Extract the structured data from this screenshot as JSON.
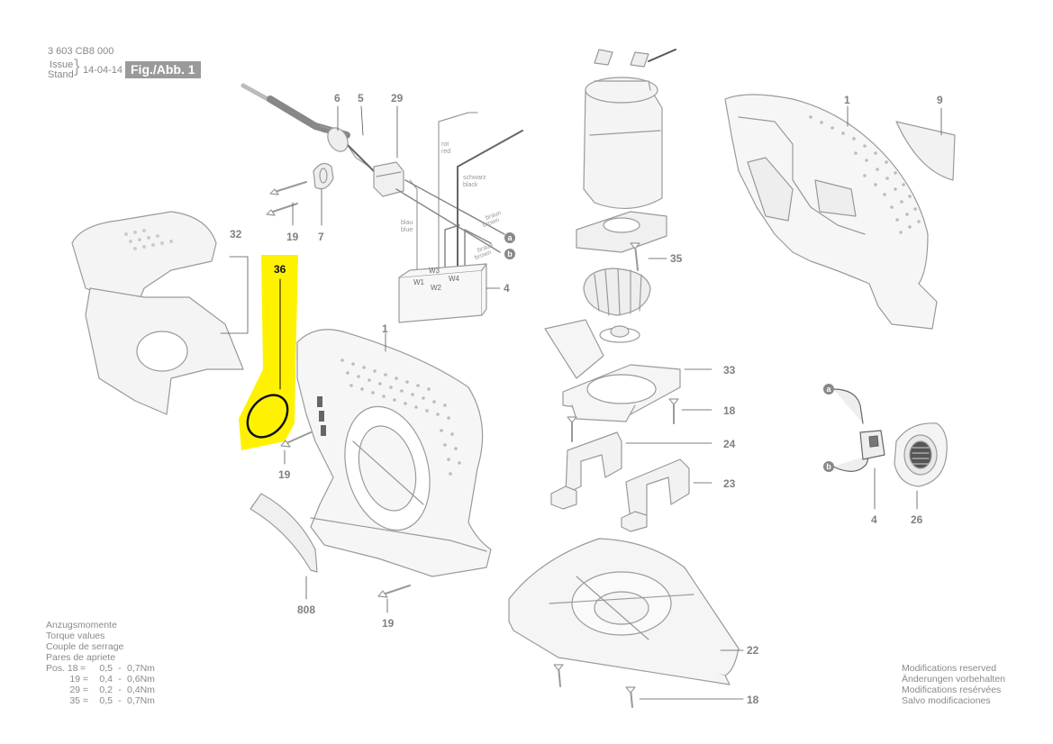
{
  "header": {
    "part_number": "3 603 CB8 000",
    "issue_label": "Issue",
    "stand_label": "Stand",
    "date": "14-04-14",
    "figure": "Fig./Abb. 1"
  },
  "callouts": {
    "n1a": "1",
    "n1b": "1",
    "n4a": "4",
    "n4b": "4",
    "n5": "5",
    "n6": "6",
    "n7": "7",
    "n9": "9",
    "n18a": "18",
    "n18b": "18",
    "n19a": "19",
    "n19b": "19",
    "n19c": "19",
    "n22": "22",
    "n23": "23",
    "n24": "24",
    "n26": "26",
    "n29": "29",
    "n32": "32",
    "n33": "33",
    "n35": "35",
    "n36": "36",
    "n808": "808"
  },
  "wire_labels": {
    "rot": "rot",
    "red": "red",
    "schwarz": "schwarz",
    "black": "black",
    "blau": "blau",
    "blue": "blue",
    "braun1": "braun",
    "brown1": "brown",
    "braun2": "braun",
    "brown2": "brown",
    "w1": "W1",
    "w2": "W2",
    "w3": "W3",
    "w4": "W4",
    "a1": "a",
    "b1": "b",
    "a2": "a",
    "b2": "b"
  },
  "torque": {
    "title": [
      "Anzugsmomente",
      "Torque values",
      "Couple de serrage",
      "Pares de apriete"
    ],
    "rows": [
      {
        "pos": "Pos. 18",
        "eq": "=",
        "min": "0,5",
        "dash": "-",
        "max": "0,7Nm"
      },
      {
        "pos": "19",
        "eq": "=",
        "min": "0,4",
        "dash": "-",
        "max": "0,6Nm"
      },
      {
        "pos": "29",
        "eq": "=",
        "min": "0,2",
        "dash": "-",
        "max": "0,4Nm"
      },
      {
        "pos": "35",
        "eq": "=",
        "min": "0,5",
        "dash": "-",
        "max": "0,7Nm"
      }
    ]
  },
  "modifications": [
    "Modifications reserved",
    "Änderungen vorbehalten",
    "Modifications resérvées",
    "Salvo modificaciones"
  ],
  "colors": {
    "highlight": "#FFF200",
    "line": "#9a9a9a",
    "fill": "#f2f2f2",
    "dark": "#555555",
    "figure_badge": "#9a9a9a"
  },
  "highlighted_part": "36"
}
